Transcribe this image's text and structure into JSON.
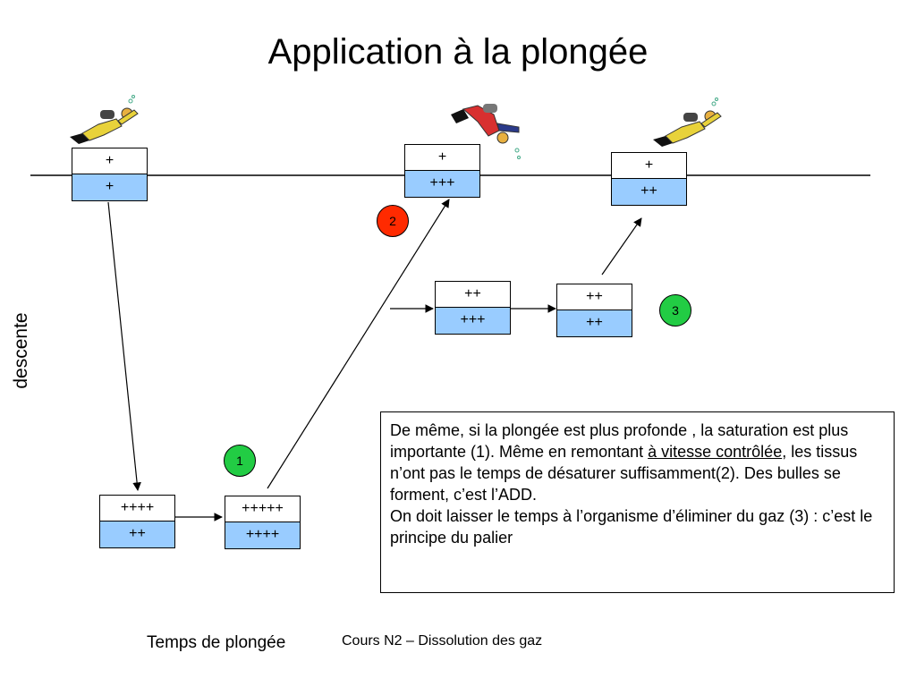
{
  "title": "Application à la plongée",
  "boxes": {
    "surface_start": {
      "top": "+",
      "bottom": "+"
    },
    "bottom_start": {
      "top": "++++",
      "bottom": "++"
    },
    "bottom_end": {
      "top": "+++++",
      "bottom": "++++"
    },
    "surface_fast": {
      "top": "+",
      "bottom": "+++"
    },
    "stop_start": {
      "top": "++",
      "bottom": "+++"
    },
    "stop_end": {
      "top": "++",
      "bottom": "++"
    },
    "surface_slow": {
      "top": "+",
      "bottom": "++"
    }
  },
  "badges": {
    "one": "1",
    "two": "2",
    "three": "3"
  },
  "colors": {
    "gas_fill": "#99ccff",
    "badge_red": "#ff2a00",
    "badge_green": "#22cc44"
  },
  "y_axis_label": "descente",
  "x_axis_label": "Temps de plongée",
  "footer": "Cours N2 – Dissolution des gaz",
  "explanation": {
    "part1": "De même, si la plongée est plus profonde , la saturation est plus importante (1). Même en remontant ",
    "underlined": "à vitesse contrôlée",
    "part2": ", les tissus n’ont pas le temps de désaturer suffisamment(2). Des bulles se forment, c’est l’ADD.",
    "line2": "On doit laisser le temps à l’organisme d’éliminer du gaz (3) : c’est le principe du palier"
  },
  "icons": [
    "diver-icon",
    "diver-ascending-icon",
    "diver-icon"
  ]
}
